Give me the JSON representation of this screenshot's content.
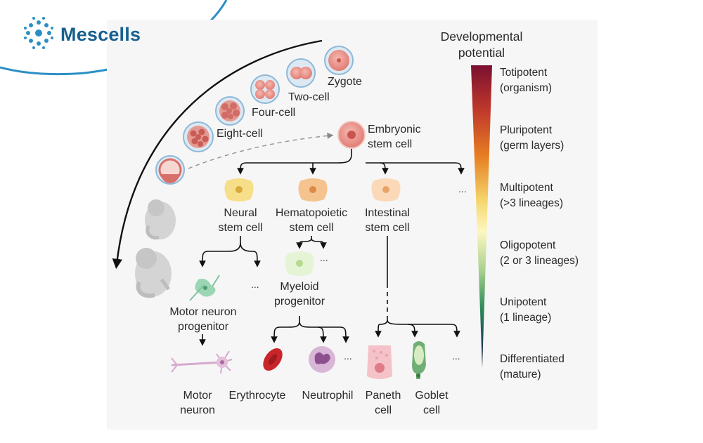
{
  "brand": {
    "name": "Mescells",
    "logo_icon": "cell-cluster-icon",
    "color": "#17608e",
    "wave_color": "#2b8fc4"
  },
  "gradient": {
    "title_line1": "Developmental",
    "title_line2": "potential",
    "colors": [
      "#7a1030",
      "#c0392b",
      "#e67e22",
      "#f5d76e",
      "#fdf7c0",
      "#a8d08d",
      "#2e8b57",
      "#1f4e5f",
      "#101820"
    ]
  },
  "levels": [
    {
      "name": "Totipotent",
      "detail": "(organism)"
    },
    {
      "name": "Pluripotent",
      "detail": "(germ layers)"
    },
    {
      "name": "Multipotent",
      "detail": "(>3 lineages)"
    },
    {
      "name": "Oligopotent",
      "detail": "(2 or 3 lineages)"
    },
    {
      "name": "Unipotent",
      "detail": "(1 lineage)"
    },
    {
      "name": "Differentiated",
      "detail": "(mature)"
    }
  ],
  "stages": {
    "zygote": "Zygote",
    "two_cell": "Two-cell",
    "four_cell": "Four-cell",
    "eight_cell": "Eight-cell"
  },
  "cells": {
    "esc_line1": "Embryonic",
    "esc_line2": "stem cell",
    "neural_line1": "Neural",
    "neural_line2": "stem cell",
    "hema_line1": "Hematopoietic",
    "hema_line2": "stem cell",
    "intestinal_line1": "Intestinal",
    "intestinal_line2": "stem cell",
    "myeloid_line1": "Myeloid",
    "myeloid_line2": "progenitor",
    "mnp_line1": "Motor neuron",
    "mnp_line2": "progenitor",
    "motor_line1": "Motor",
    "motor_line2": "neuron",
    "erythrocyte": "Erythrocyte",
    "neutrophil": "Neutrophil",
    "paneth_line1": "Paneth",
    "paneth_line2": "cell",
    "goblet_line1": "Goblet",
    "goblet_line2": "cell"
  },
  "ellipsis": "..."
}
